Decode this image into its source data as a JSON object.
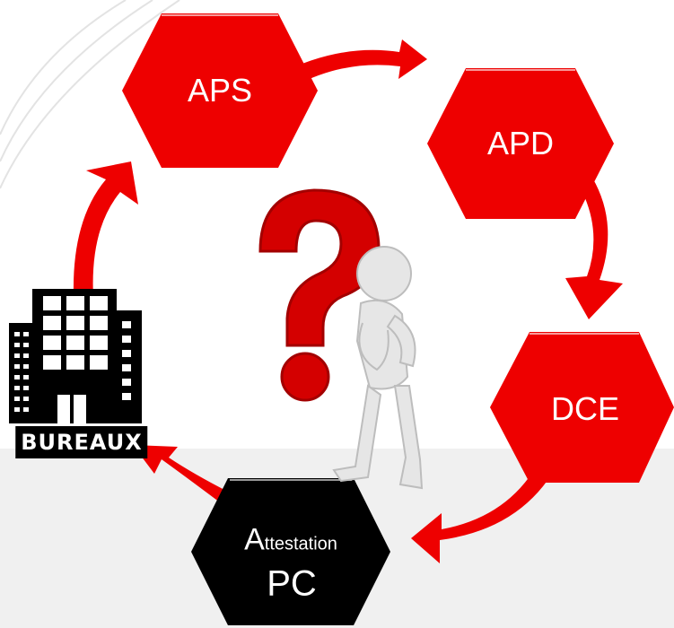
{
  "stages": {
    "aps": "APS",
    "apd": "APD",
    "dce": "DCE",
    "attestation_cap": "A",
    "attestation_rest": "ttestation",
    "pc": "PC"
  },
  "building": {
    "label": "BUREAUX"
  },
  "colors": {
    "red": "#ee0000",
    "dark_red": "#c20000",
    "black": "#000000",
    "figure": "#e6e6e6",
    "floor": "#f0f0f0"
  }
}
